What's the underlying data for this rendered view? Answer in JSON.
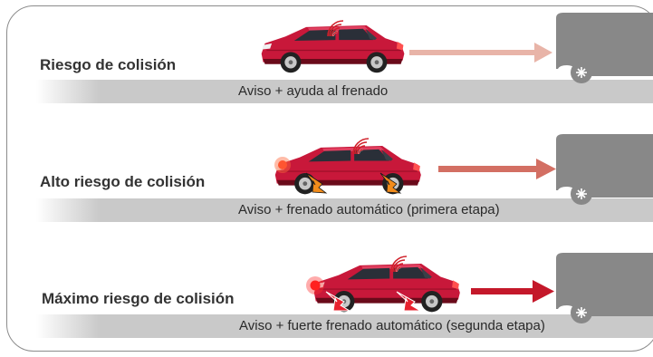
{
  "levels": [
    {
      "title": "Riesgo de colisión",
      "action": "Aviso + ayuda al frenado",
      "arrow_color": "#e8b4a8"
    },
    {
      "title": "Alto riesgo de colisión",
      "action": "Aviso + frenado automático (primera etapa)",
      "arrow_color": "#d36f63"
    },
    {
      "title": "Máximo riesgo de colisión",
      "action": "Aviso + fuerte frenado automático (segunda etapa)",
      "arrow_color": "#c4182a"
    }
  ],
  "colors": {
    "car_body": "#c8183a",
    "obstacle_vehicle": "#888888",
    "band": "#c9c9c9",
    "frame_border": "#8c8c8c",
    "brake_arrow": "#f28c1b"
  },
  "icons": [
    "radar-wave-icon",
    "brake-light-icon",
    "brake-pressure-arrow-icon"
  ]
}
